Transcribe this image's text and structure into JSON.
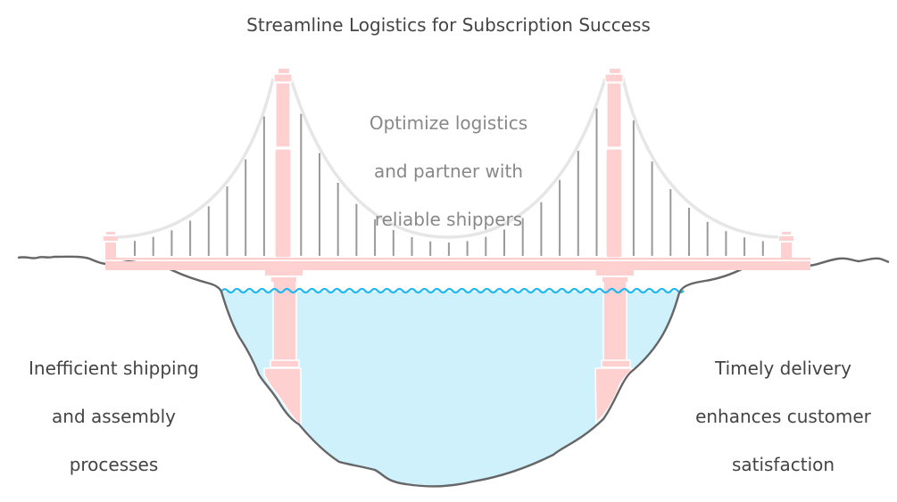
{
  "diagram": {
    "title": "Streamline Logistics for Subscription Success",
    "bridge_label": {
      "lines": [
        "Optimize logistics",
        "and partner with",
        "reliable shippers"
      ]
    },
    "left_bank_label": {
      "lines": [
        "Inefficient shipping",
        "and assembly",
        "processes"
      ]
    },
    "right_bank_label": {
      "lines": [
        "Timely delivery",
        "enhances customer",
        "satisfaction"
      ]
    },
    "icons": {
      "bridge": "suspension-bridge-icon",
      "water": "water-icon",
      "left_cliff": "cliff-icon",
      "right_cliff": "cliff-icon"
    },
    "colors": {
      "bridge_pink": "#ffd0d0",
      "cable_gray": "#e6e6e6",
      "hanger_gray": "#9a9a9a",
      "ground_stroke": "#666666",
      "water_fill": "#cff1fc",
      "water_wave": "#22b8f0",
      "title_text": "#444444",
      "center_text": "#888888"
    }
  }
}
